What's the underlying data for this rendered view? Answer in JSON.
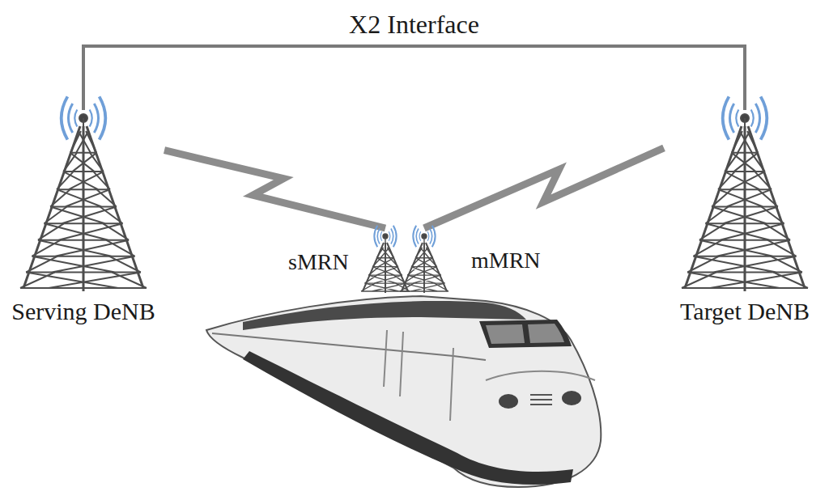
{
  "diagram": {
    "nodes": [
      {
        "text": [
          "Serving DeNB"
        ]
      },
      {
        "text": [
          "sMRN"
        ]
      },
      {
        "text": [
          "mMRN"
        ]
      },
      {
        "text": [
          "Target DeNB"
        ]
      }
    ],
    "edges": [
      {
        "from": 0,
        "to": 3,
        "arrow": "none",
        "label": "X2 Interface"
      },
      {
        "from": 0,
        "to": 1,
        "arrow": "none"
      },
      {
        "from": 3,
        "to": 2,
        "arrow": "none"
      }
    ]
  }
}
